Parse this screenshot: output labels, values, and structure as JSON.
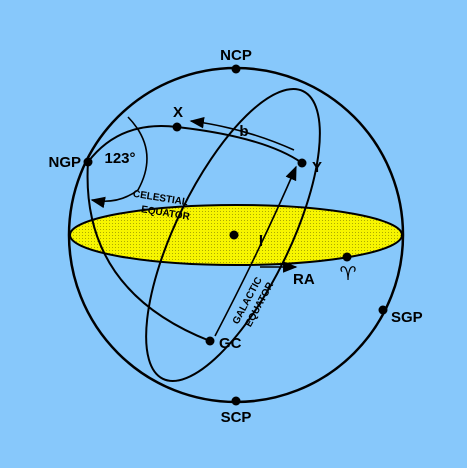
{
  "colors": {
    "background": "#87c8fb",
    "celestial_equator_fill": "#f7f500",
    "ink": "#000000"
  },
  "labels": {
    "ncp": "NCP",
    "scp": "SCP",
    "ngp": "NGP",
    "sgp": "SGP",
    "gc": "GC",
    "x": "X",
    "y": "Y",
    "b": "b",
    "l": "l",
    "ra": "RA",
    "vernal_equinox": "♈",
    "angle": "123°",
    "celestial_equator_line1": "CELESTIAL",
    "celestial_equator_line2": "EQUATOR",
    "galactic_equator_line1": "GALACTIC",
    "galactic_equator_line2": "EQUATOR"
  }
}
